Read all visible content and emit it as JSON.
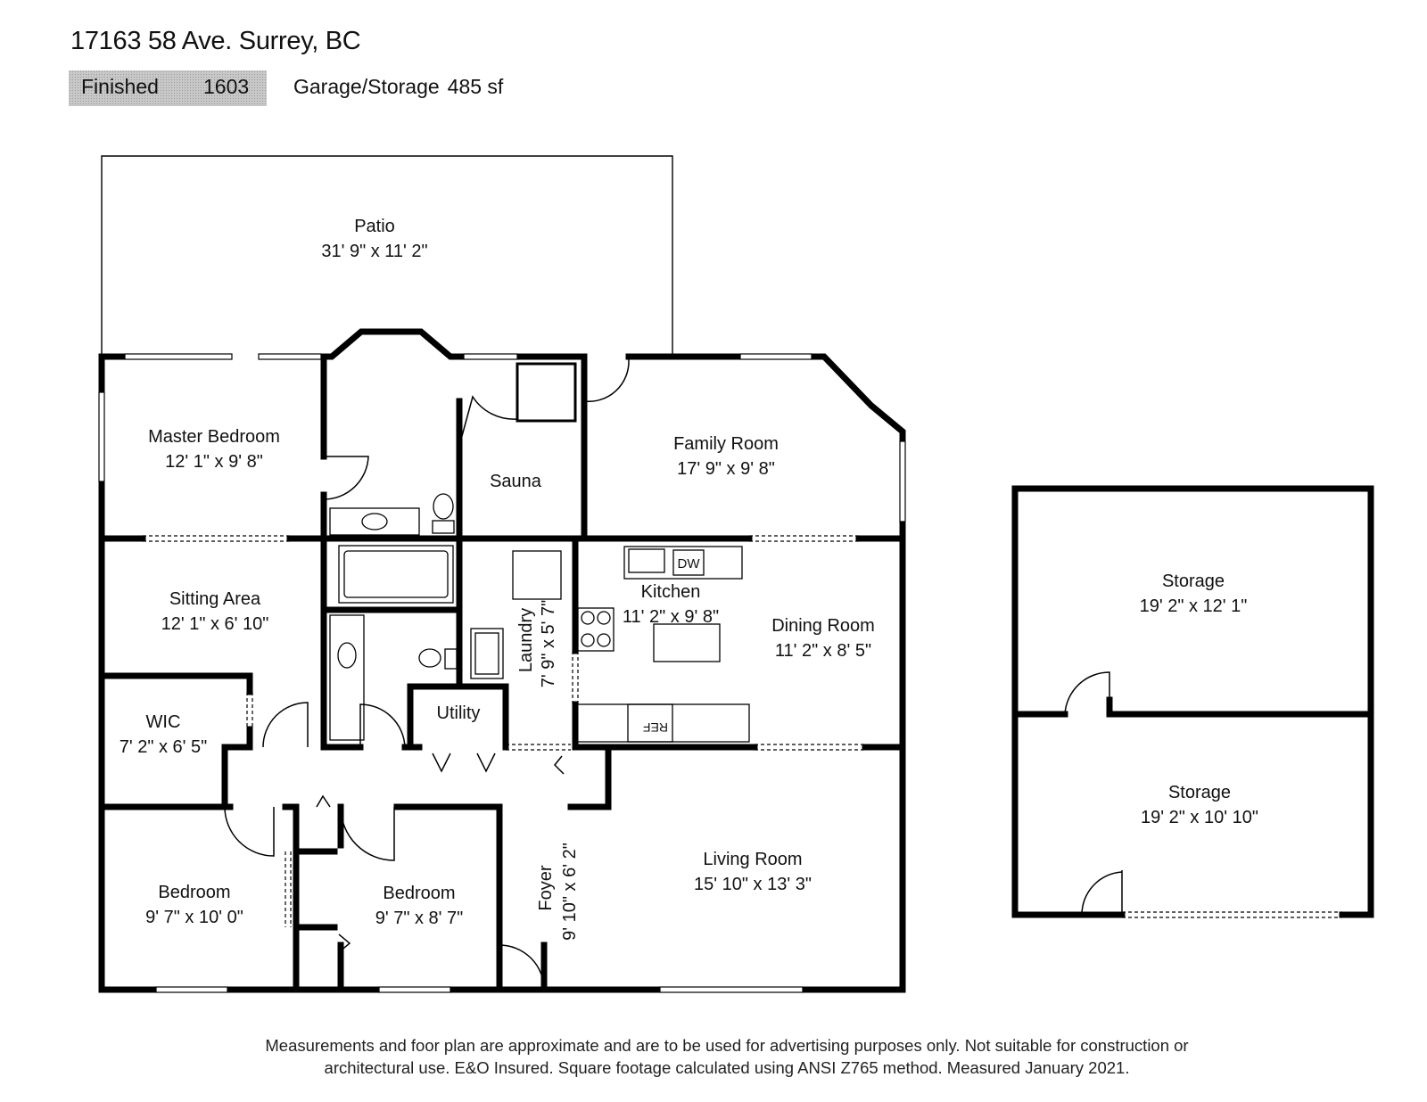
{
  "header": {
    "address": "17163 58 Ave. Surrey, BC",
    "finished_label": "Finished",
    "finished_value": "1603",
    "garage_label": "Garage/Storage",
    "garage_value": "485 sf"
  },
  "rooms": {
    "patio": {
      "name": "Patio",
      "dims": "31' 9\" x 11' 2\""
    },
    "master": {
      "name": "Master Bedroom",
      "dims": "12' 1\" x 9' 8\""
    },
    "sauna": {
      "name": "Sauna"
    },
    "family": {
      "name": "Family Room",
      "dims": "17' 9\" x 9' 8\""
    },
    "sitting": {
      "name": "Sitting Area",
      "dims": "12' 1\" x 6' 10\""
    },
    "kitchen": {
      "name": "Kitchen",
      "dims": "11' 2\" x 9' 8\""
    },
    "dining": {
      "name": "Dining Room",
      "dims": "11' 2\" x 8' 5\""
    },
    "laundry": {
      "name": "Laundry",
      "dims": "7' 9\" x 5' 7\""
    },
    "utility": {
      "name": "Utility"
    },
    "wic": {
      "name": "WIC",
      "dims": "7' 2\" x 6' 5\""
    },
    "bedroom1": {
      "name": "Bedroom",
      "dims": "9' 7\" x 10' 0\""
    },
    "bedroom2": {
      "name": "Bedroom",
      "dims": "9' 7\" x 8' 7\""
    },
    "foyer": {
      "name": "Foyer",
      "dims": "9' 10\" x 6' 2\""
    },
    "living": {
      "name": "Living Room",
      "dims": "15' 10\" x 13' 3\""
    },
    "storage1": {
      "name": "Storage",
      "dims": "19' 2\" x 12' 1\""
    },
    "storage2": {
      "name": "Storage",
      "dims": "19' 2\" x 10' 10\""
    }
  },
  "appliances": {
    "dishwasher": "DW",
    "refrigerator": "REF"
  },
  "disclaimer": {
    "line1": "Measurements and foor plan are approximate and are to be used for advertising purposes only. Not suitable for construction or",
    "line2": "architectural use. E&O Insured. Square footage calculated using ANSI Z765 method. Measured January 2021."
  }
}
